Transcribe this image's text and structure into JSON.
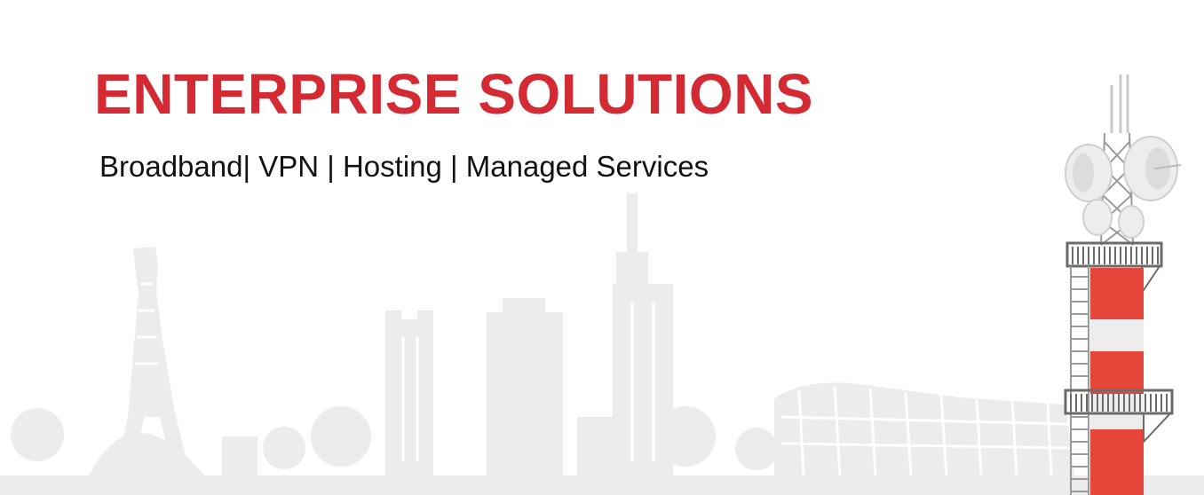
{
  "banner": {
    "title": "ENTERPRISE SOLUTIONS",
    "subtitle": "Broadband| VPN | Hosting | Managed Services"
  },
  "colors": {
    "title": "#d42a34",
    "skyline": "#ececec",
    "tower_red": "#e8453a",
    "tower_white": "#ededed",
    "tower_gray": "#6b6b6b"
  },
  "illustrations": [
    "city-skyline",
    "telecom-tower",
    "satellite-dish-icon"
  ]
}
